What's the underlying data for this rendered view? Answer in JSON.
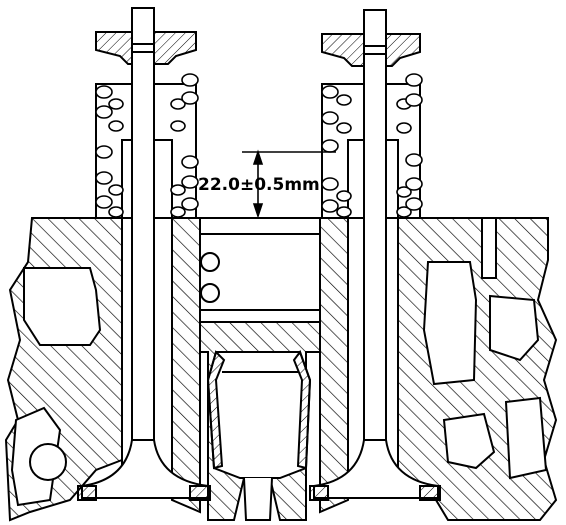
{
  "diagram": {
    "dimension": {
      "value": "22.0",
      "tolerance_symbol": "±",
      "tolerance": "0.5",
      "unit": "mm"
    }
  },
  "colors": {
    "ink": "#000000",
    "paper": "#ffffff"
  }
}
